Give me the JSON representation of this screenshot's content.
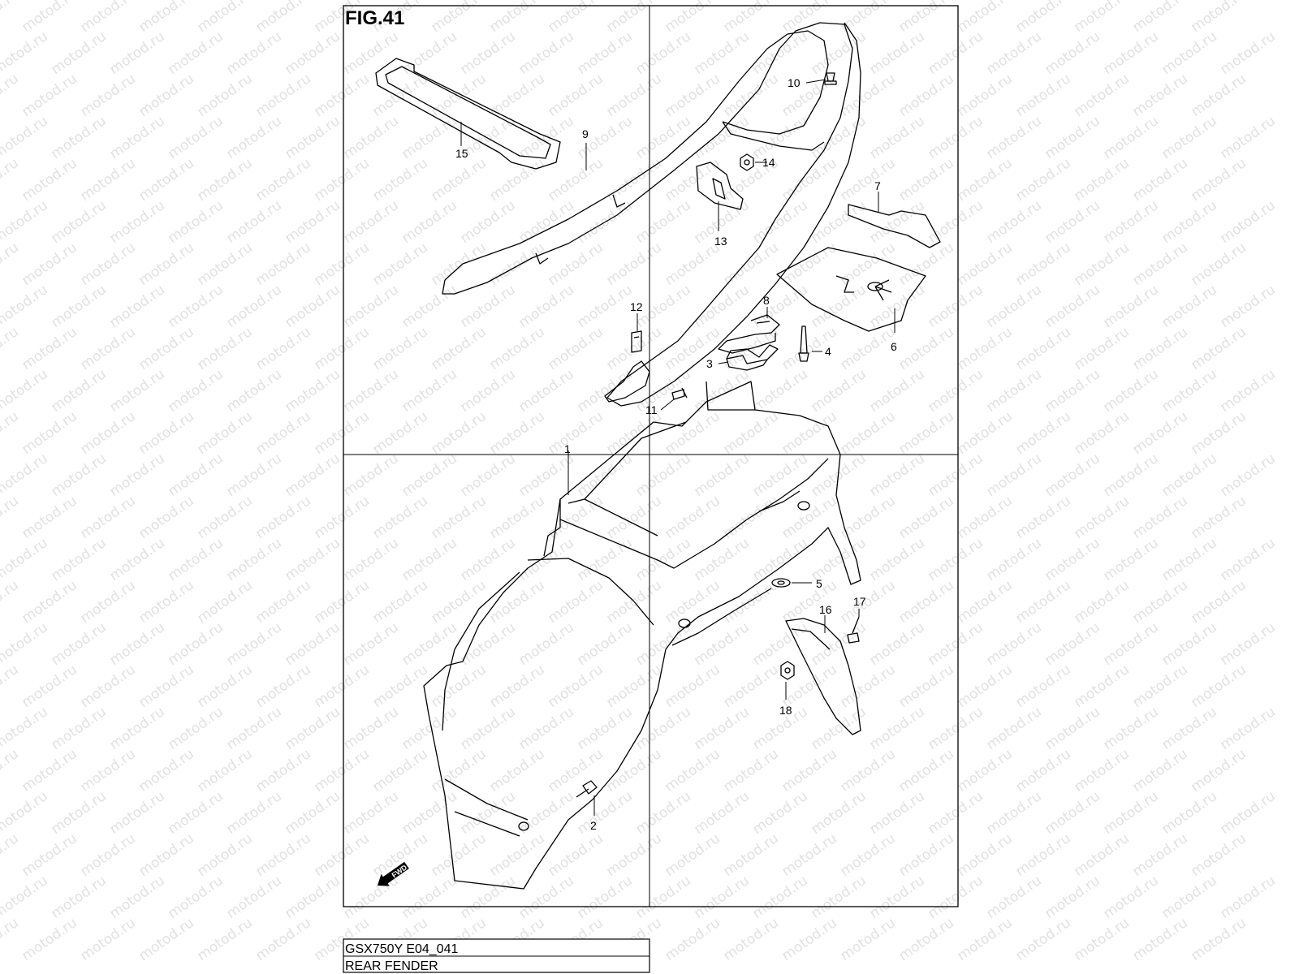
{
  "figure": {
    "title": "FIG.41"
  },
  "caption": {
    "model_code": "GSX750Y E04_041",
    "section_name": "REAR FENDER"
  },
  "watermark": {
    "text": "motod.ru"
  },
  "fwd_marker": {
    "label": "FWD"
  },
  "callouts": [
    {
      "id": "callout-1",
      "label": "1"
    },
    {
      "id": "callout-2",
      "label": "2"
    },
    {
      "id": "callout-3",
      "label": "3"
    },
    {
      "id": "callout-4",
      "label": "4"
    },
    {
      "id": "callout-5",
      "label": "5"
    },
    {
      "id": "callout-6",
      "label": "6"
    },
    {
      "id": "callout-7",
      "label": "7"
    },
    {
      "id": "callout-8",
      "label": "8"
    },
    {
      "id": "callout-9",
      "label": "9"
    },
    {
      "id": "callout-10",
      "label": "10"
    },
    {
      "id": "callout-11",
      "label": "11"
    },
    {
      "id": "callout-12",
      "label": "12"
    },
    {
      "id": "callout-13",
      "label": "13"
    },
    {
      "id": "callout-14",
      "label": "14"
    },
    {
      "id": "callout-15",
      "label": "15"
    },
    {
      "id": "callout-16",
      "label": "16"
    },
    {
      "id": "callout-17",
      "label": "17"
    },
    {
      "id": "callout-18",
      "label": "18"
    }
  ]
}
